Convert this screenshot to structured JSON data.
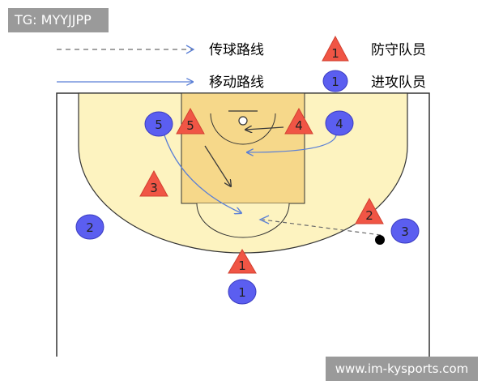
{
  "watermark_top": "TG: MYYJJPP",
  "watermark_bottom": "www.im-kysports.com",
  "legend": {
    "pass_route": "传球路线",
    "move_route": "移动路线",
    "defender": "防守队员",
    "attacker": "进攻队员",
    "defender_symbol": "1",
    "attacker_symbol": "1"
  },
  "players": {
    "attackers": [
      "1",
      "2",
      "3",
      "4",
      "5"
    ],
    "defenders": [
      "1",
      "2",
      "3",
      "4",
      "5"
    ]
  },
  "colors": {
    "court_light": "#fdf3c0",
    "paint": "#f6d88a",
    "attacker_fill": "#5b5ef0",
    "defender_fill": "#f05545",
    "arrow_blue": "#5a7fd6"
  }
}
